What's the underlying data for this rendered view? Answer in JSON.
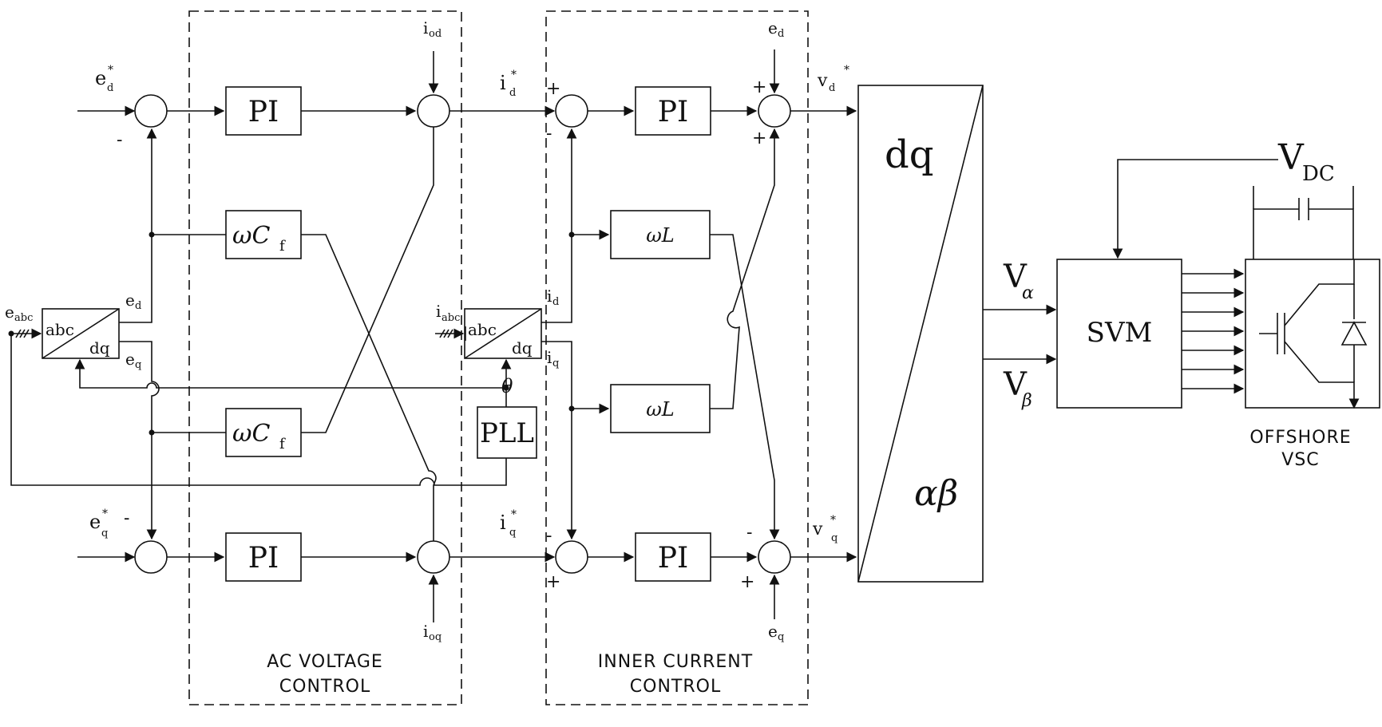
{
  "sections": {
    "ac_voltage_line1": "AC VOLTAGE",
    "ac_voltage_line2": "CONTROL",
    "inner_current_line1": "INNER CURRENT",
    "inner_current_line2": "CONTROL",
    "offshore_line1": "OFFSHORE",
    "offshore_line2": "VSC"
  },
  "blocks": {
    "pi": "PI",
    "omega_cf": "ωC",
    "cf_sub": "f",
    "omega_l": "ωL",
    "pll": "PLL",
    "svm": "SVM",
    "abc": "abc",
    "dq": "dq",
    "alphabeta": "αβ"
  },
  "signals": {
    "e": "e",
    "i": "i",
    "v": "v",
    "V": "V",
    "star": "*",
    "sub_d": "d",
    "sub_q": "q",
    "sub_od": "od",
    "sub_oq": "oq",
    "sub_abc": "abc",
    "sub_alpha": "α",
    "sub_beta": "β",
    "sub_dc": "DC",
    "theta": "θ"
  },
  "signs": {
    "plus": "+",
    "minus": "-"
  }
}
